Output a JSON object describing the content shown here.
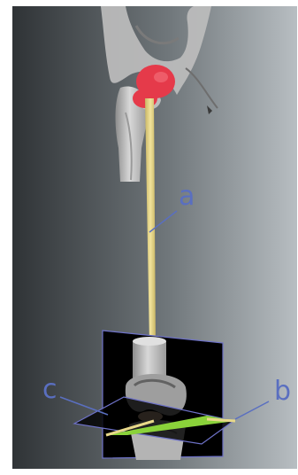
{
  "labels": {
    "a": "a",
    "b": "b",
    "c": "c"
  },
  "colors": {
    "background_dark": "#2f3336",
    "background_light": "#b8bec2",
    "bone": "#c9c9c9",
    "femoral_head": "#e53a4a",
    "axis_line": "#e8d98a",
    "label": "#5a6fc0",
    "plane_fill": "#000000",
    "plane_edge": "#6e72c8",
    "cut_plane": "#8ad23a"
  }
}
